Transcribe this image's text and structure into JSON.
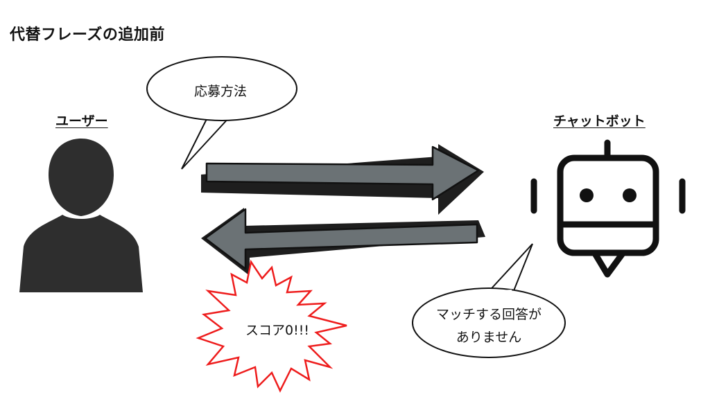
{
  "title": "代替フレーズの追加前",
  "user": {
    "label": "ユーザー",
    "query": "応募方法"
  },
  "bot": {
    "label": "チャットボット",
    "reply_lines": [
      "マッチする回答が",
      "ありません"
    ]
  },
  "result": {
    "score_text": "スコア0!!!"
  },
  "colors": {
    "arrow_fill": "#6b7275",
    "arrow_shadow": "#1e1e1e",
    "burst_stroke": "#ee1c1c",
    "icon": "#2e2e2e",
    "ink": "#111111"
  },
  "icons": {
    "user": "person-silhouette-icon",
    "bot": "robot-icon",
    "burst": "explosion-burst-icon"
  }
}
